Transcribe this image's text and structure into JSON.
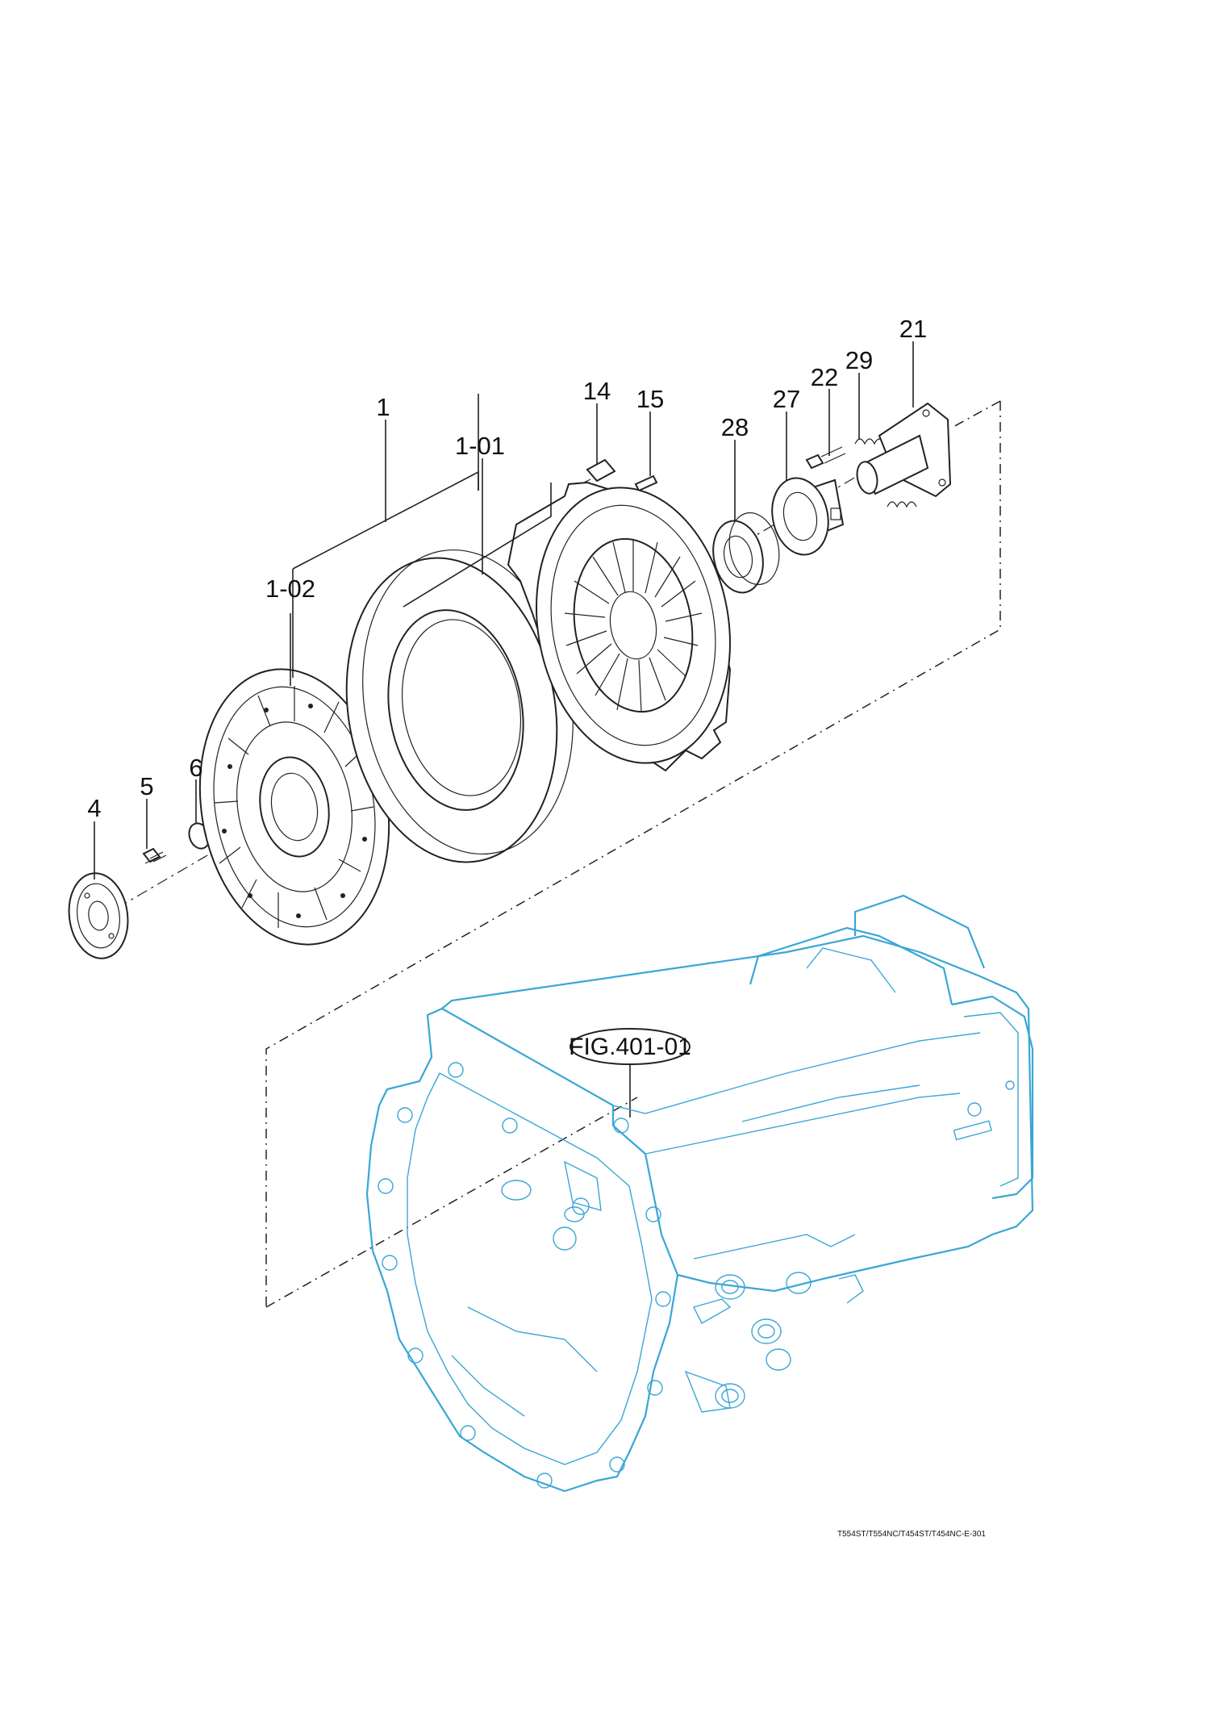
{
  "callouts": {
    "p1": "1",
    "p1_01": "1-01",
    "p1_02": "1-02",
    "p4": "4",
    "p5": "5",
    "p6": "6",
    "p14": "14",
    "p15": "15",
    "p21": "21",
    "p22": "22",
    "p27": "27",
    "p28": "28",
    "p29": "29"
  },
  "reference_label": "FIG.401-01",
  "drawing_code": "T554ST/T554NC/T454ST/T454NC-E-301",
  "colors": {
    "linework": "#222222",
    "housing": "#3aa6d6",
    "background": "#ffffff"
  }
}
